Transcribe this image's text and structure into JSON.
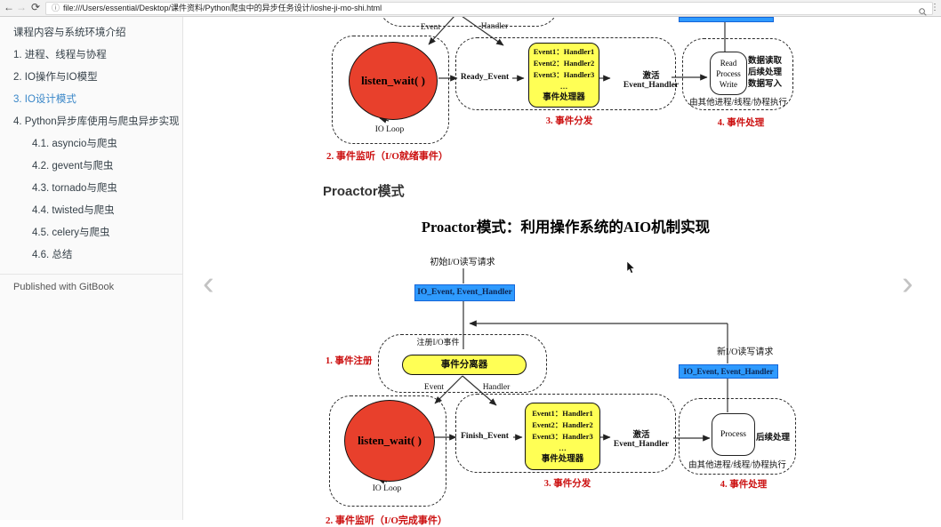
{
  "colors": {
    "blue_box": "#2e9afe",
    "blue_box_border": "#1565d8",
    "yellow_box": "#ffff55",
    "red_circle": "#e8402c",
    "red_label": "#cc1111",
    "active_link": "#3a87c8"
  },
  "browser": {
    "back": "←",
    "forward": "→",
    "reload": "⟳",
    "info": "ⓘ",
    "url": "file:///Users/essential/Desktop/课件资料/Python爬虫中的异步任务设计/ioshe-ji-mo-shi.html",
    "menu": "⋮"
  },
  "sidebar": {
    "items": [
      {
        "label": "课程内容与系统环境介绍"
      },
      {
        "label": "1. 进程、线程与协程"
      },
      {
        "label": "2. IO操作与IO模型"
      },
      {
        "label": "3. IO设计模式"
      },
      {
        "label": "4. Python异步库使用与爬虫异步实现"
      },
      {
        "label": "4.1. asyncio与爬虫"
      },
      {
        "label": "4.2. gevent与爬虫"
      },
      {
        "label": "4.3. tornado与爬虫"
      },
      {
        "label": "4.4. twisted与爬虫"
      },
      {
        "label": "4.5. celery与爬虫"
      },
      {
        "label": "4.6. 总结"
      }
    ],
    "footer": "Published with GitBook"
  },
  "pager": {
    "prev": "‹",
    "next": "›"
  },
  "content": {
    "heading": "Proactor模式",
    "diagram_title": "Proactor模式：利用操作系统的AIO机制实现"
  },
  "reactor": {
    "event_label": "Event",
    "handler_label": "Handler",
    "listen_wait": "listen_wait( )",
    "io_loop": "IO Loop",
    "ready_event": "Ready_Event",
    "handler_rows": [
      "Event1：Handler1",
      "Event2：Handler2",
      "Event3：Handler3",
      "…"
    ],
    "handler_box_title": "事件处理器",
    "activate_line1": "激活",
    "activate_line2": "Event_Handler",
    "rpw": [
      "Read",
      "Process",
      "Write"
    ],
    "rpw_desc": [
      "数据读取",
      "后续处理",
      "数据写入"
    ],
    "exec_note": "由其他进程/线程/协程执行",
    "step2": "2. 事件监听（I/O就绪事件）",
    "step3": "3. 事件分发",
    "step4": "4. 事件处理"
  },
  "proactor": {
    "initial_request": "初始I/O读写请求",
    "io_event_box": "IO_Event, Event_Handler",
    "new_request": "新I/O读写请求",
    "register_event": "注册I/O事件",
    "separator": "事件分离器",
    "step1": "1. 事件注册",
    "event_label": "Event",
    "handler_label": "Handler",
    "listen_wait": "listen_wait( )",
    "io_loop": "IO Loop",
    "finish_event": "Finish_Event",
    "handler_rows": [
      "Event1：Handler1",
      "Event2：Handler2",
      "Event3：Handler3",
      "…"
    ],
    "handler_box_title": "事件处理器",
    "activate_line1": "激活",
    "activate_line2": "Event_Handler",
    "process": "Process",
    "process_desc": "后续处理",
    "exec_note": "由其他进程/线程/协程执行",
    "step2": "2. 事件监听（I/O完成事件）",
    "step3": "3. 事件分发",
    "step4": "4. 事件处理"
  }
}
